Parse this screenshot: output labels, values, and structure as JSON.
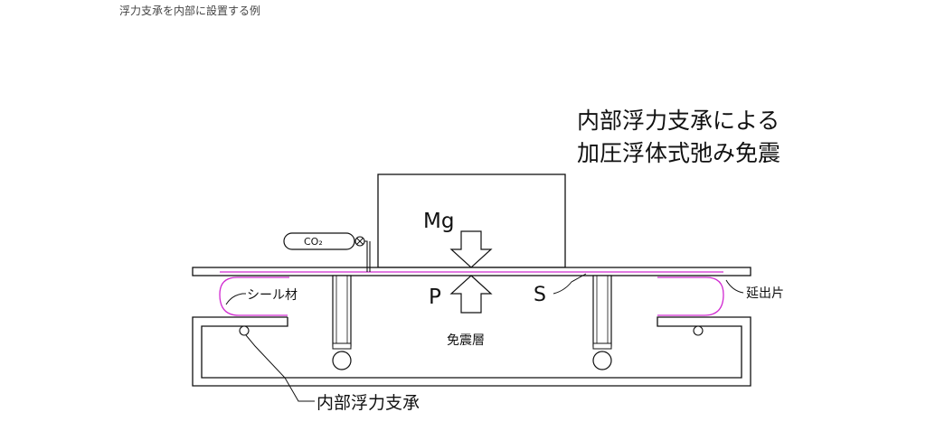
{
  "caption": "浮力支承を内部に設置する例",
  "diagram": {
    "title_line1": "内部浮力支承による",
    "title_line2": "加圧浮体式弛み免震",
    "label_mg": "Mg",
    "label_p": "P",
    "label_s": "S",
    "label_co2": "CO₂",
    "label_seal": "シール材",
    "label_extension": "延出片",
    "label_isolation_layer": "免震層",
    "label_internal_support": "内部浮力支承",
    "colors": {
      "line": "#111111",
      "seal": "#d12ad1"
    }
  }
}
